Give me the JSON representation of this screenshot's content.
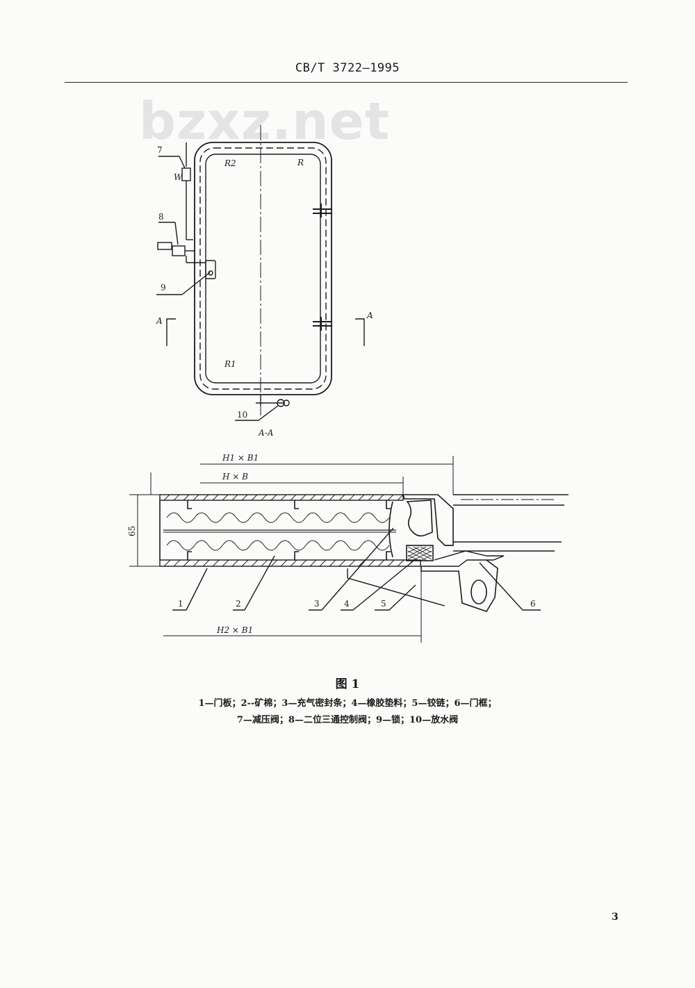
{
  "header": {
    "standard_code": "CB/T 3722—1995"
  },
  "watermark": {
    "text": "bzxz.net"
  },
  "figure": {
    "view_labels": {
      "section_mark_left": "A",
      "section_mark_right": "A",
      "section_title": "A-A"
    },
    "radius_labels": [
      "R2",
      "R",
      "R1"
    ],
    "part_callouts_top": [
      "7",
      "8",
      "9",
      "10"
    ],
    "valve_label": "W",
    "dimensions": {
      "h1_b1": "H1 × B1",
      "h_b": "H × B",
      "h2_b1": "H2 × B1",
      "thickness": "65"
    },
    "part_callouts_section": [
      "1",
      "2",
      "3",
      "4",
      "5",
      "6"
    ]
  },
  "caption": {
    "title": "图 1",
    "line1": "1—门板；2--矿棉；3—充气密封条；4—橡胶垫料；5—铰链；6—门框；",
    "line2": "7—减压阀；8—二位三通控制阀；9—锁；10—放水阀"
  },
  "page_number": "3"
}
